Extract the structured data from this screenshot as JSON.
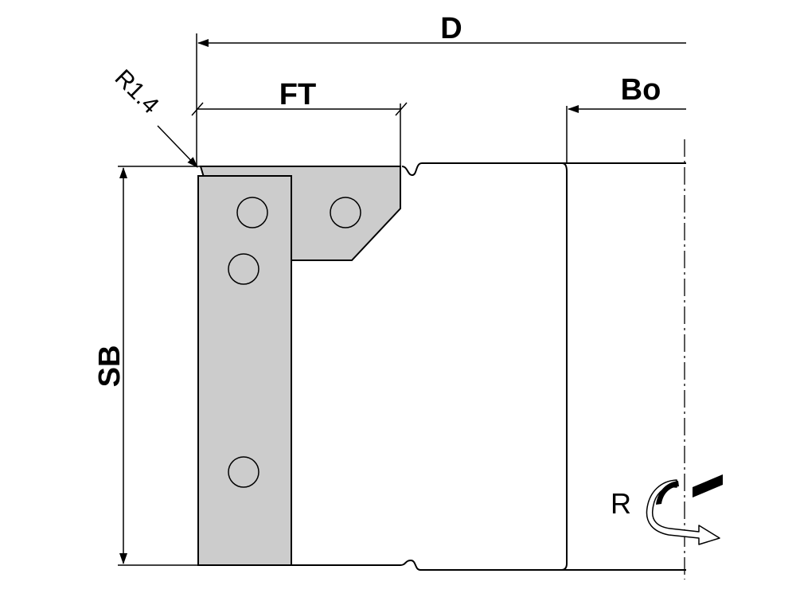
{
  "labels": {
    "diameter": "D",
    "bore": "Bo",
    "face_width": "FT",
    "cutting_height": "SB",
    "corner_radius": "R1.4",
    "rotation": "R"
  },
  "colors": {
    "line": "#000000",
    "knife_fill": "#cccccc",
    "background": "#ffffff"
  }
}
